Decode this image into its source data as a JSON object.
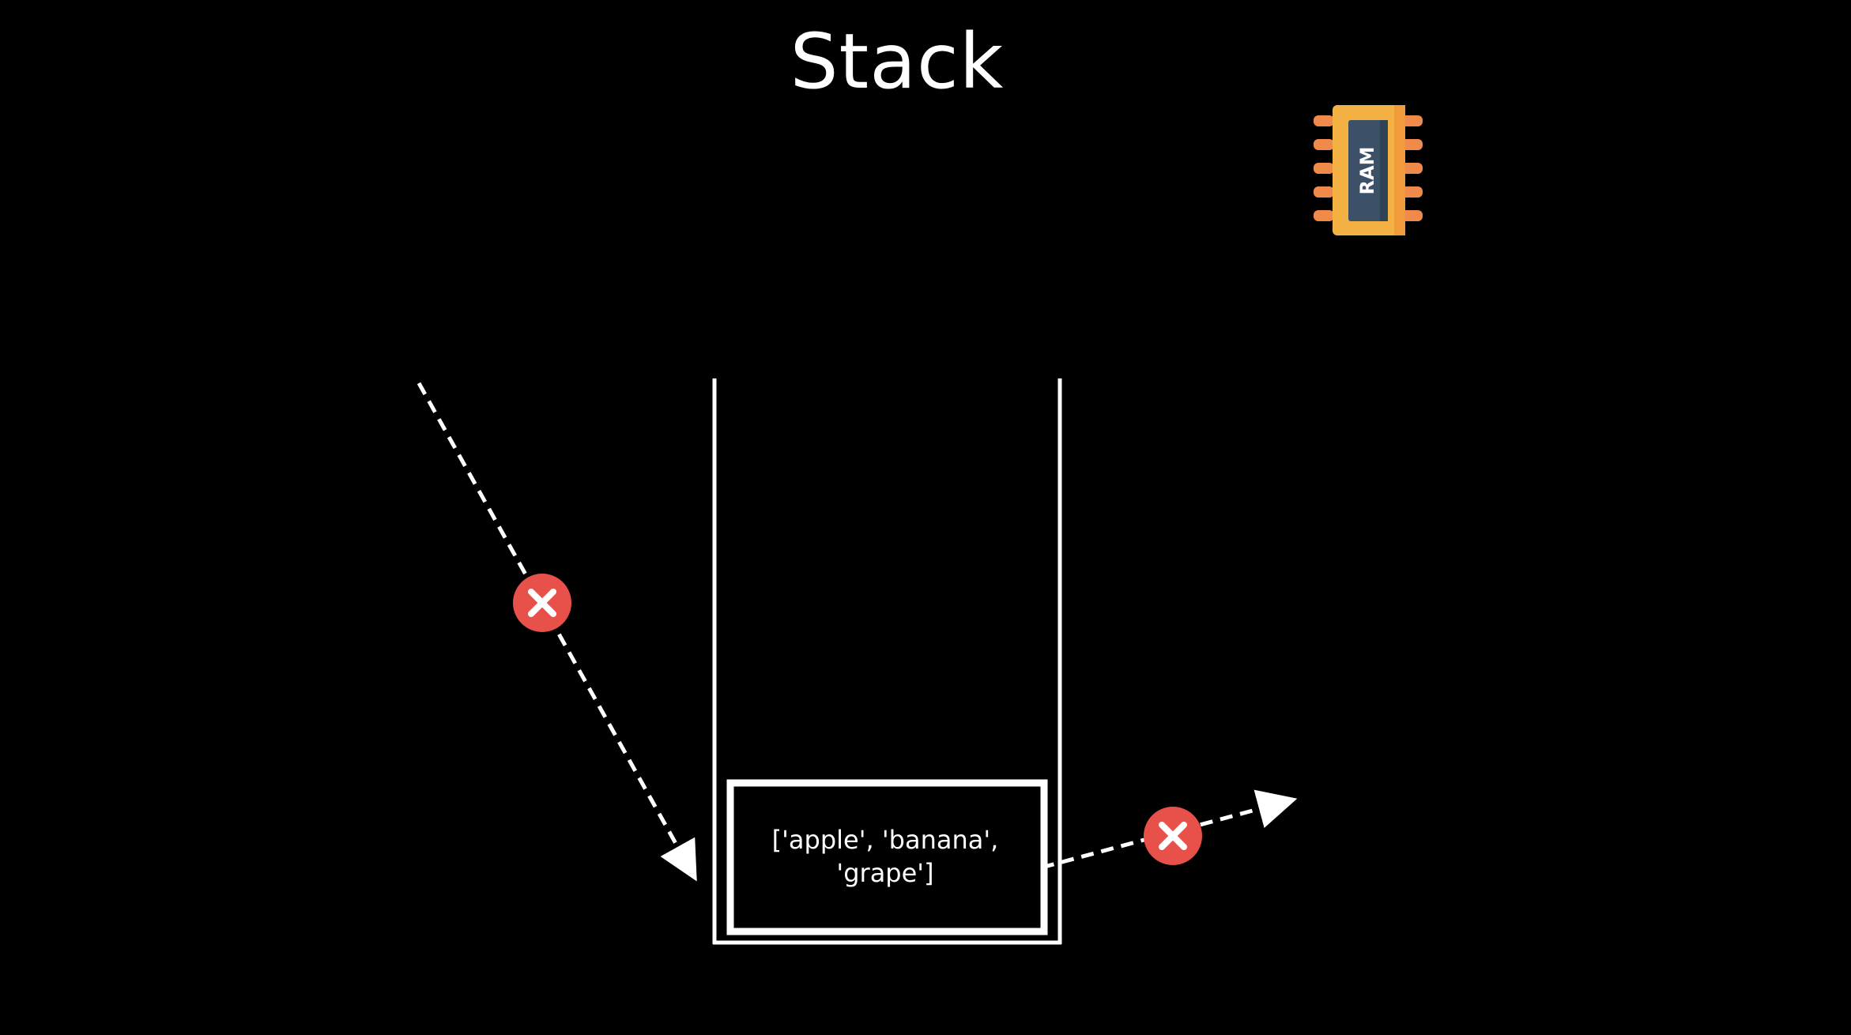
{
  "slide": {
    "title": "Stack",
    "stack_item_text": "['apple', 'banana', 'grape']"
  },
  "ram_chip": {
    "label": "RAM",
    "icon": "ram-chip-icon"
  },
  "blocked_markers": [
    {
      "name": "push-blocked-marker",
      "icon": "x-circle-icon"
    },
    {
      "name": "pop-blocked-marker",
      "icon": "x-circle-icon"
    }
  ],
  "colors": {
    "background": "#000000",
    "foreground": "#ffffff",
    "error_red": "#e8504a",
    "chip_orange": "#f4b244",
    "chip_pin": "#f08a4b",
    "chip_screen": "#3c5168"
  }
}
